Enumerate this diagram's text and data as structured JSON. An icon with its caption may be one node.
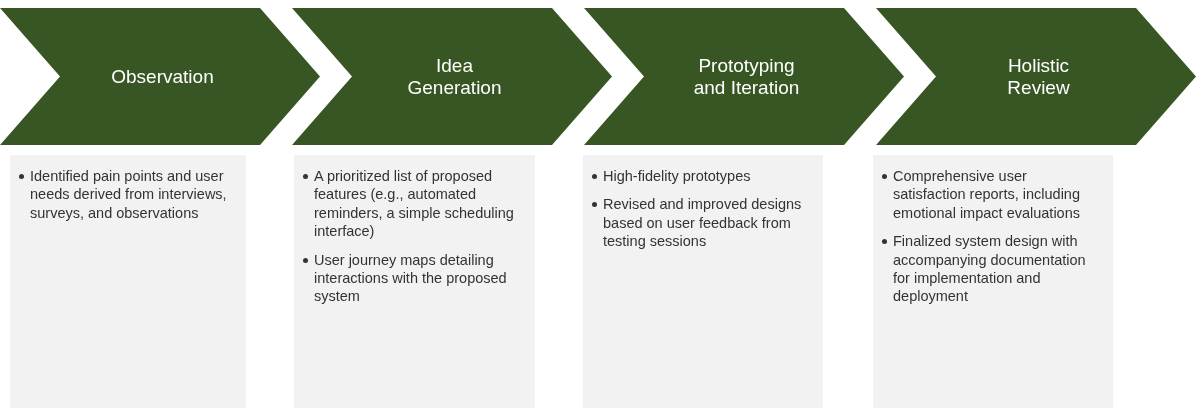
{
  "diagram": {
    "nodes": [
      {
        "text": [
          "Observation"
        ]
      },
      {
        "text": [
          "Idea Generation"
        ]
      },
      {
        "text": [
          "Prototyping and Iteration"
        ]
      },
      {
        "text": [
          "Holistic Review"
        ]
      },
      {
        "text": [
          "Identified pain points and user needs derived from interviews, surveys, and observations"
        ]
      },
      {
        "text": [
          "A prioritized list of proposed features (e.g., automated reminders, a simple scheduling interface)",
          "User journey maps detailing interactions with the proposed system"
        ]
      },
      {
        "text": [
          "High-fidelity prototypes",
          "Revised and improved designs based on user feedback from testing sessions"
        ]
      },
      {
        "text": [
          "Comprehensive user satisfaction reports, including emotional impact evaluations",
          "Finalized system design with accompanying documentation for implementation and deployment"
        ]
      }
    ]
  }
}
